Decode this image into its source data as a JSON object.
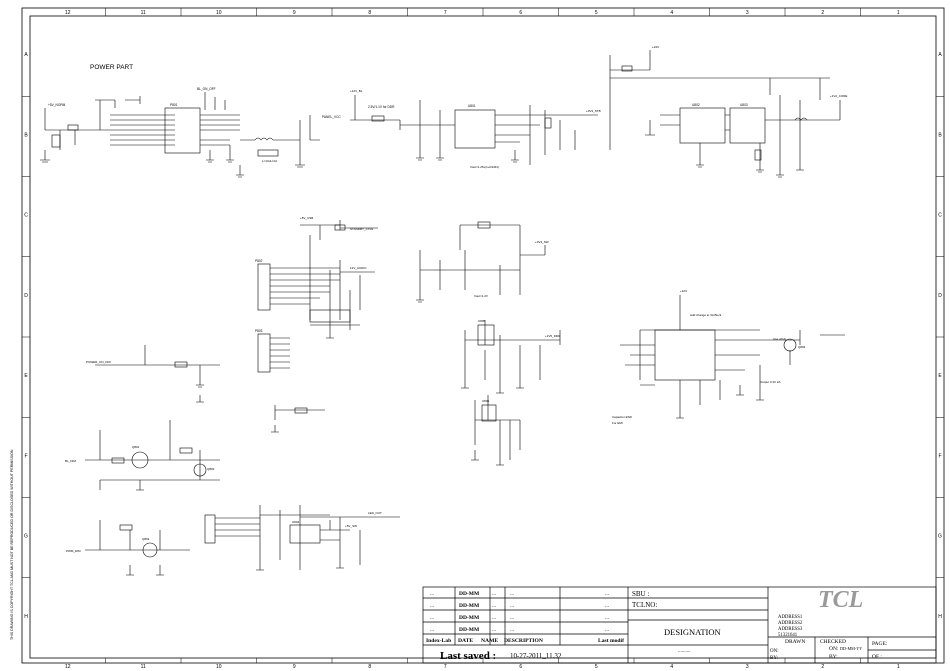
{
  "page_title": "POWER PART",
  "colors": {
    "ink": "#000000",
    "paper": "#ffffff",
    "logo": "#9a9a9a"
  },
  "border_cols_top": [
    "12",
    "11",
    "10",
    "9",
    "8",
    "7",
    "6",
    "5",
    "4",
    "3",
    "2",
    "1"
  ],
  "border_cols_bottom": [
    "12",
    "11",
    "10",
    "9",
    "8",
    "7",
    "6",
    "5",
    "4",
    "3",
    "2",
    "1"
  ],
  "border_rows": [
    "A",
    "B",
    "C",
    "D",
    "E",
    "F",
    "G",
    "H"
  ],
  "net_labels": {
    "n1": "+5V_NORM",
    "n2": "BL_ON_OFF",
    "n3": "PANEL_VCC",
    "n4": "+12V_BL",
    "n5": "+3V3_STB",
    "n6": "+1V2_CORE",
    "n7": "+5V_USB",
    "n8": "STANDBY_CTRL",
    "n9": "12V_AUDIO",
    "n10": "+3V3_SW",
    "n11": "+1V5_DDR",
    "n12": "LED_OUT",
    "n13": "POWER_ON_OFF",
    "n14": "BL_DIM",
    "n15": "PWM_DIM",
    "n16": "+24V",
    "n17": "+12V",
    "n18": "+5V_SW"
  },
  "notes": {
    "n1": "L=10uH 2A",
    "n2": "2.5V/1.1V for DDR",
    "n3": "Vout=1.25x(1+R1/R2)",
    "n4": "Vout=1.2V",
    "n5": "Add change to 3A Buck",
    "n6": "Use 47uF",
    "n7": "Output 3.3V 2A",
    "n8": "Capacitor ESR",
    "n9": "For EMI"
  },
  "components": {
    "p801": "P801",
    "p802": "P802",
    "p803": "P803",
    "u801": "U801",
    "u802": "U802",
    "u803": "U803",
    "u804": "U804",
    "u805": "U805",
    "u806": "U806",
    "q801": "Q801",
    "q802": "Q802",
    "q803": "Q803",
    "q804": "Q804"
  },
  "title_block": {
    "rows": [
      {
        "index": "...",
        "date": "DD-MM",
        "name": "...",
        "desc": "...",
        "last": "..."
      },
      {
        "index": "...",
        "date": "DD-MM",
        "name": "...",
        "desc": "...",
        "last": "..."
      },
      {
        "index": "...",
        "date": "DD-MM",
        "name": "...",
        "desc": "...",
        "last": "..."
      },
      {
        "index": "...",
        "date": "DD-MM",
        "name": "...",
        "desc": "...",
        "last": "..."
      }
    ],
    "header": {
      "index": "Index-Lab",
      "date": "DATE",
      "name": "NAME",
      "desc": "DESCRIPTION",
      "last": "Last modif"
    },
    "last_saved_label": "Last saved :",
    "last_saved_value": "10-27-2011_11.32",
    "sbu_label": "SBU :",
    "tclno_label": "TCLNO:",
    "designation_label": "DESIGNATION",
    "designation_dots": "..........",
    "logo": "TCL",
    "address": [
      "ADDRESS1",
      "ADDRESS2",
      "ADDRESS3",
      "51321641"
    ],
    "drawn_label": "DRAWN",
    "checked_label": "CHECKED",
    "on_label": "ON:",
    "on_value": "DD-MM-YY",
    "by_label": "BY:",
    "page_label": "PAGE:",
    "of_label": "OF :"
  },
  "side_note": "THIS DRAWING IS COPYRIGHT TCL AND MUST NOT BE REPRODUCED OR DISCLOSED WITHOUT PERMISSION"
}
